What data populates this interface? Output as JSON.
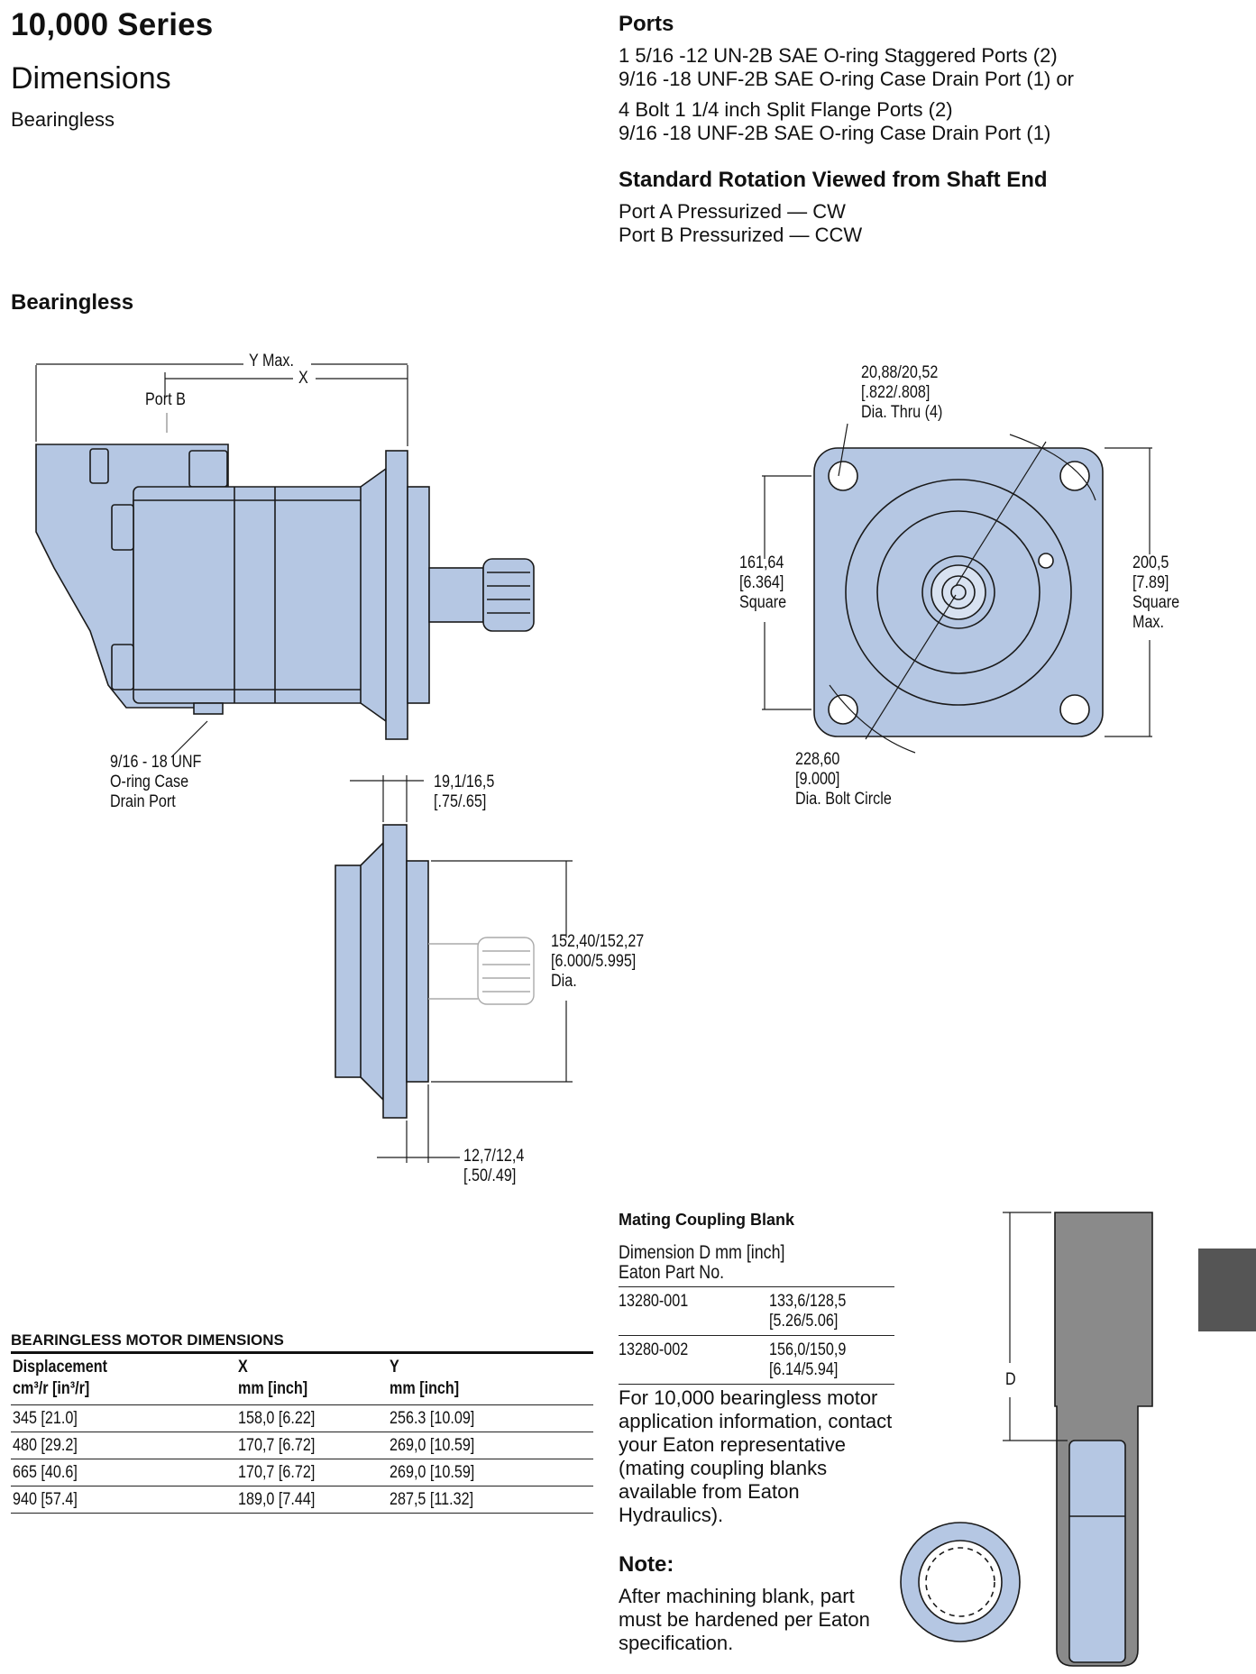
{
  "header": {
    "series_title": "10,000 Series",
    "section_title": "Dimensions",
    "subtitle": "Bearingless",
    "drawing_heading": "Bearingless"
  },
  "ports": {
    "title": "Ports",
    "lines": [
      "1 5/16 -12 UN-2B SAE O-ring Staggered Ports (2)",
      "9/16 -18 UNF-2B SAE O-ring Case Drain Port (1) or",
      "4 Bolt 1 1/4 inch Split Flange Ports (2)",
      "9/16 -18 UNF-2B SAE O-ring Case Drain Port (1)"
    ]
  },
  "rotation": {
    "title": "Standard Rotation Viewed from Shaft End",
    "lines": [
      "Port A Pressurized — CW",
      "Port B Pressurized — CCW"
    ]
  },
  "side_view": {
    "y_max": "Y Max.",
    "x": "X",
    "port_b": "Port B",
    "drain_port": [
      "9/16 - 18 UNF",
      "O-ring Case",
      "Drain Port"
    ]
  },
  "end_view": {
    "holes": [
      "20,88/20,52",
      "[.822/.808]",
      "Dia. Thru (4)"
    ],
    "square_inner": [
      "161,64",
      "[6.364]",
      "Square"
    ],
    "square_outer": [
      "200,5",
      "[7.89]",
      "Square",
      "Max."
    ],
    "bolt_circle": [
      "228,60",
      "[9.000]",
      "Dia. Bolt Circle"
    ]
  },
  "flange_view": {
    "thickness_top": [
      "19,1/16,5",
      "[.75/.65]"
    ],
    "pilot_dia": [
      "152,40/152,27",
      "[6.000/5.995]",
      "Dia."
    ],
    "thickness_bottom": [
      "12,7/12,4",
      "[.50/.49]"
    ]
  },
  "motor_dimensions": {
    "caption": "BEARINGLESS MOTOR DIMENSIONS",
    "headers": {
      "c1": [
        "Displacement",
        "cm³/r [in³/r]"
      ],
      "c2": [
        "X",
        "mm [inch]"
      ],
      "c3": [
        "Y",
        "mm [inch]"
      ]
    },
    "rows": [
      [
        "345 [21.0]",
        "158,0 [6.22]",
        "256.3 [10.09]"
      ],
      [
        "480 [29.2]",
        "170,7 [6.72]",
        "269,0 [10.59]"
      ],
      [
        "665 [40.6]",
        "170,7 [6.72]",
        "269,0 [10.59]"
      ],
      [
        "940 [57.4]",
        "189,0 [7.44]",
        "287,5 [11.32]"
      ]
    ]
  },
  "mating_coupling": {
    "title": "Mating Coupling Blank",
    "head": [
      "Dimension D mm [inch]",
      "Eaton Part No."
    ],
    "rows": [
      {
        "part": "13280-001",
        "d": [
          "133,6/128,5",
          "[5.26/5.06]"
        ]
      },
      {
        "part": "13280-002",
        "d": [
          "156,0/150,9",
          "[6.14/5.94]"
        ]
      }
    ],
    "paragraph": "For 10,000 bearingless motor application information, contact your Eaton representative (mating coupling blanks available from Eaton Hydraulics).",
    "d_label": "D"
  },
  "note": {
    "title": "Note:",
    "text": "After machining blank, part must be hardened per Eaton specification."
  },
  "colors": {
    "part_fill": "#b5c7e3",
    "part_stroke": "#1a1a1a",
    "blank_fill": "#8a8a8a",
    "tab": "#555555"
  }
}
